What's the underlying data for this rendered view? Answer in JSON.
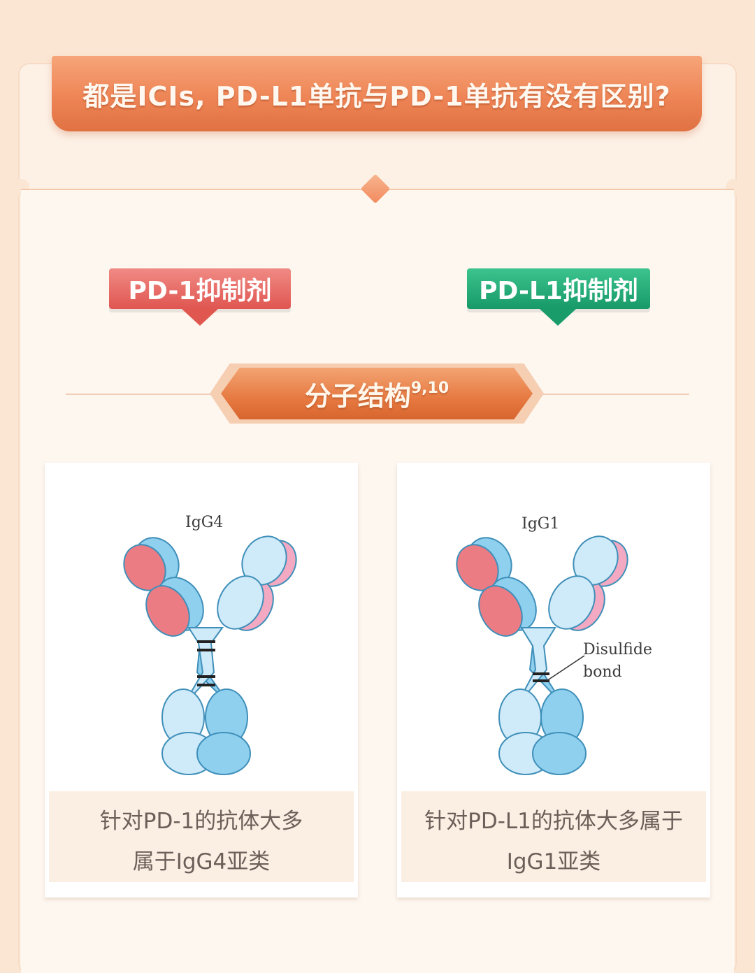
{
  "title": "都是ICIs, PD-L1单抗与PD-1单抗有没有区别?",
  "tags": {
    "left": "PD-1抑制剂",
    "right": "PD-L1抑制剂"
  },
  "section": {
    "title": "分子结构",
    "superscript": "9,10"
  },
  "cards": {
    "left": {
      "antibody_label": "IgG4",
      "caption_line1": "针对PD-1的抗体大多",
      "caption_line2": "属于IgG4亚类"
    },
    "right": {
      "antibody_label": "IgG1",
      "annotation_line1": "Disulfide",
      "annotation_line2": "bond",
      "caption_line1": "针对PD-L1的抗体大多属于",
      "caption_line2": "IgG1亚类"
    }
  },
  "colors": {
    "title_orange": "#ee8556",
    "tag_red": "#e05651",
    "tag_green": "#179a68",
    "heavy_chain_blue": "#8fd0ef",
    "light_chain_red": "#ec7c84",
    "light_chain_pink": "#f2a9c1"
  }
}
